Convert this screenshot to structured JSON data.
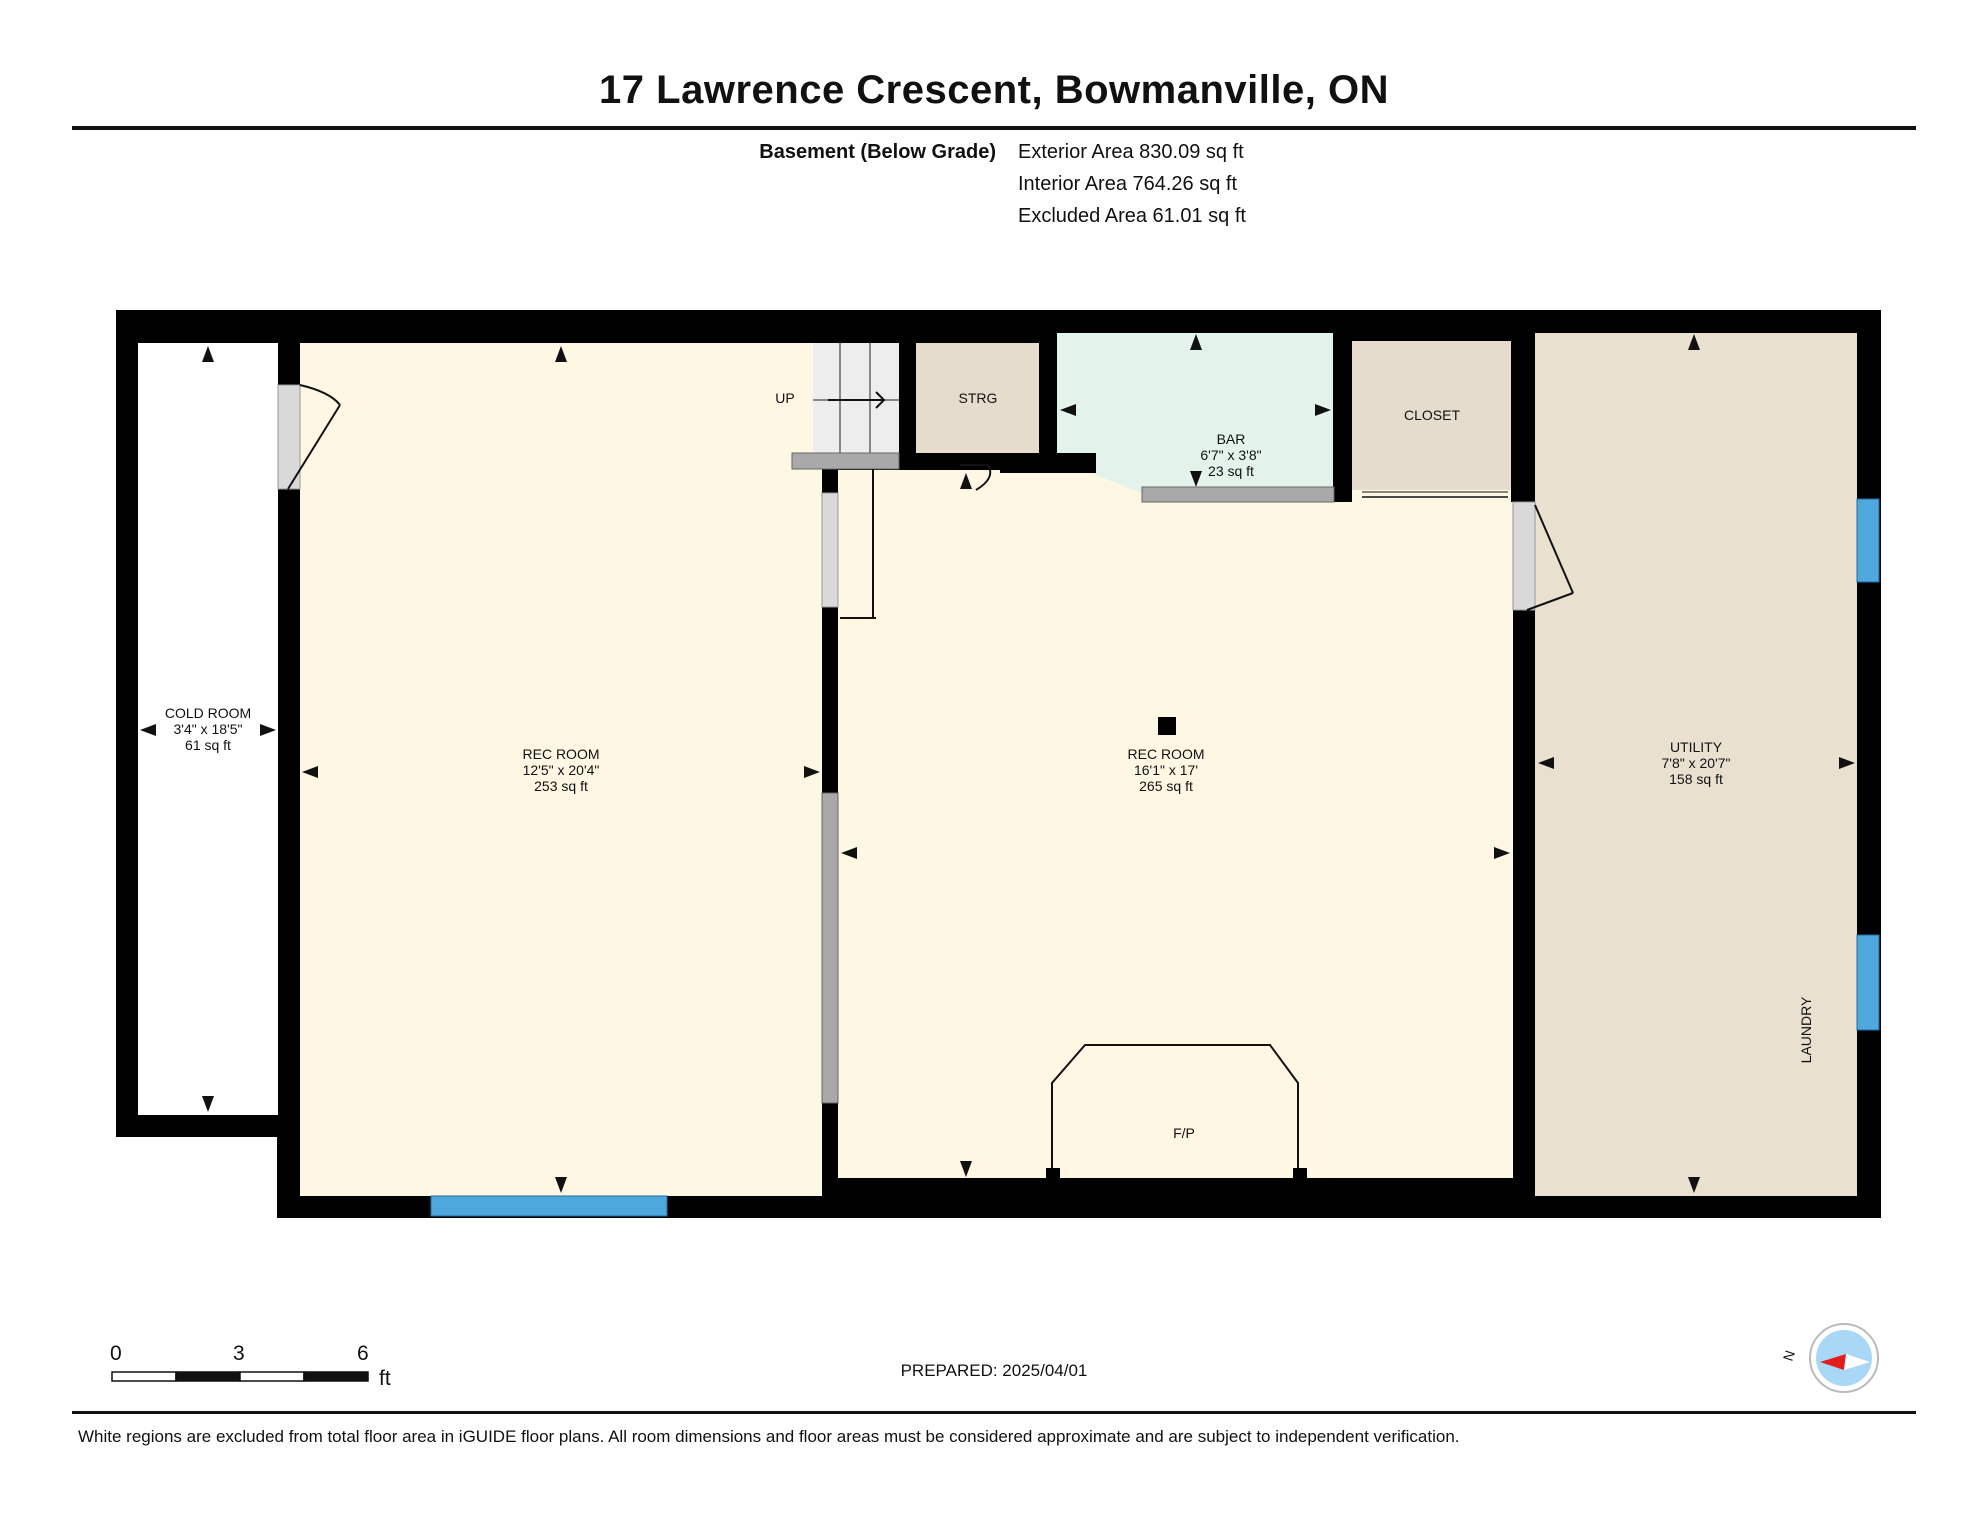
{
  "header": {
    "title": "17 Lawrence Crescent, Bowmanville, ON"
  },
  "areas": {
    "level_label": "Basement (Below Grade)",
    "exterior": "Exterior Area 830.09 sq ft",
    "interior": "Interior Area 764.26 sq ft",
    "excluded": "Excluded Area 61.01 sq ft"
  },
  "rooms": {
    "cold_room": {
      "name": "COLD ROOM",
      "dims": "3'4\" x 18'5\"",
      "area": "61 sq ft"
    },
    "rec_room_west": {
      "name": "REC ROOM",
      "dims": "12'5\" x 20'4\"",
      "area": "253 sq ft"
    },
    "rec_room_east": {
      "name": "REC ROOM",
      "dims": "16'1\" x 17'",
      "area": "265 sq ft"
    },
    "bar": {
      "name": "BAR",
      "dims": "6'7\" x 3'8\"",
      "area": "23 sq ft"
    },
    "utility": {
      "name": "UTILITY",
      "dims": "7'8\" x 20'7\"",
      "area": "158 sq ft"
    }
  },
  "labels": {
    "up": "UP",
    "strg": "STRG",
    "closet": "CLOSET",
    "fireplace": "F/P",
    "laundry": "LAUNDRY"
  },
  "colors": {
    "wall": "#000000",
    "rec_room": "#fdf7e3",
    "utility": "#e9e0d0",
    "closet": "#e6dccd",
    "bar": "#e3f3ec",
    "window": "#4ea8de",
    "door_panel": "#d9d9d9"
  },
  "scale": {
    "ticks": [
      "0",
      "3",
      "6"
    ],
    "unit": "ft"
  },
  "footer": {
    "prepared": "PREPARED: 2025/04/01",
    "disclaimer": "White regions are excluded from total floor area in iGUIDE floor plans. All room dimensions and floor areas must be considered approximate and are subject to independent verification."
  },
  "compass": {
    "north_label": "N"
  }
}
